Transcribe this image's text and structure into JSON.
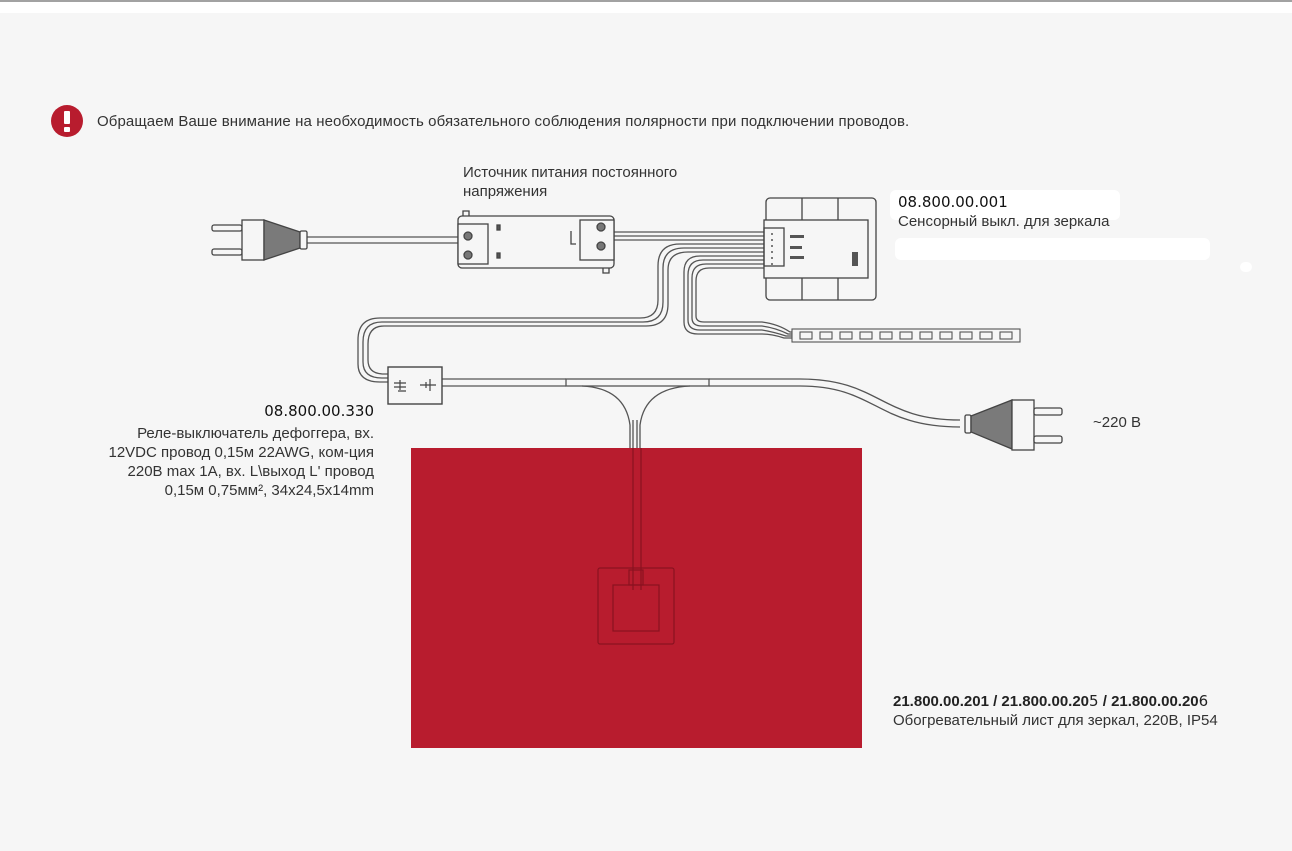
{
  "warning": {
    "icon": "exclamation-circle-icon",
    "text": "Обращаем Ваше внимание на необходимость обязательного соблюдения полярности при подключении проводов."
  },
  "colors": {
    "accent_red": "#b81c2e",
    "heater_red": "#b81c2e",
    "line": "#555555",
    "background": "#f6f6f6"
  },
  "components": {
    "power_supply": {
      "line1": "Источник питания постоянного",
      "line2": "напряжения"
    },
    "sensor_switch": {
      "code": "08.800.00.001",
      "name": "Сенсорный выкл. для зеркала"
    },
    "relay": {
      "code": "08.800.00.330",
      "lines": [
        "Реле-выключатель дефоггера, вх.",
        "12VDC провод 0,15м 22AWG, ком-ция",
        "220В max 1A, вх. L\\выход L'  провод",
        "0,15м 0,75мм², 34x24,5x14mm"
      ]
    },
    "mains_plug": {
      "voltage": "~220 В"
    },
    "heater": {
      "code_1": "21.800.00.201 / 21.800.00.20",
      "code_1_tail": "5",
      "code_2": "/ 21.800.00.20",
      "code_2_tail": "6",
      "name": "Обогревательный лист для зеркал, 220В, IP54"
    },
    "led_strip": {
      "icon": "led-strip-icon"
    }
  }
}
